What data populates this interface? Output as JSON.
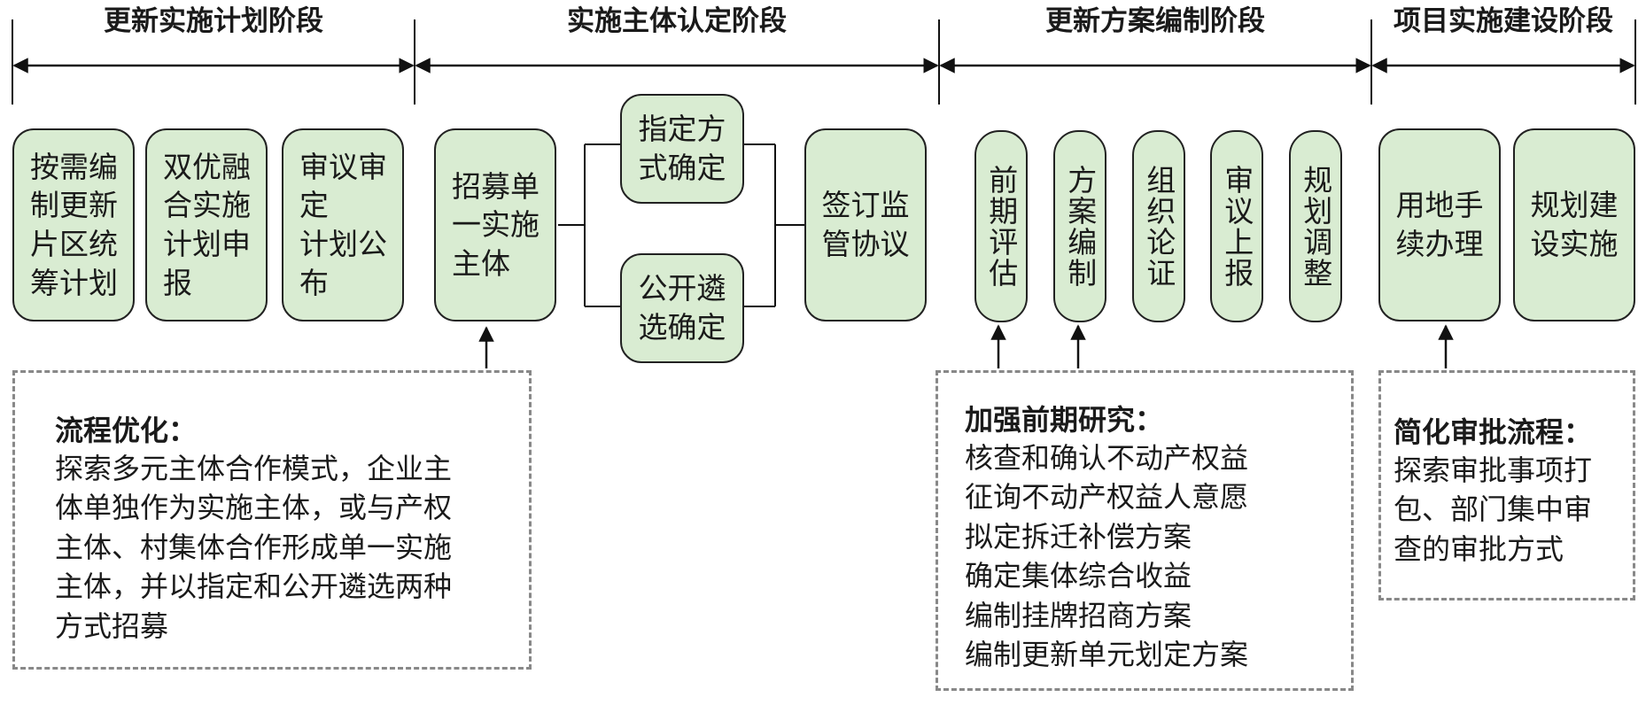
{
  "phases": [
    {
      "label": "更新实施计划阶段"
    },
    {
      "label": "实施主体认定阶段"
    },
    {
      "label": "更新方案编制阶段"
    },
    {
      "label": "项目实施建设阶段"
    }
  ],
  "phase1": {
    "boxes": [
      {
        "label": "按需编\n制更新\n片区统\n筹计划"
      },
      {
        "label": "双优融\n合实施\n计划申\n报"
      },
      {
        "label": "审议审\n定\n计划公\n布"
      }
    ]
  },
  "phase2": {
    "recruit": {
      "label": "招募单\n一实施\n主体"
    },
    "designate": {
      "label": "指定方\n式确定"
    },
    "open_select": {
      "label": "公开遴\n选确定"
    },
    "agreement": {
      "label": "签订监\n管协议"
    }
  },
  "phase3": {
    "steps": [
      {
        "label": "前期评估"
      },
      {
        "label": "方案编制"
      },
      {
        "label": "组织论证"
      },
      {
        "label": "审议上报"
      },
      {
        "label": "规划调整"
      }
    ]
  },
  "phase4": {
    "boxes": [
      {
        "label": "用地手\n续办理"
      },
      {
        "label": "规划建\n设实施"
      }
    ]
  },
  "notes": {
    "process_opt": {
      "title": "流程优化：",
      "body": "探索多元主体合作模式，企业主\n体单独作为实施主体，或与产权\n主体、村集体合作形成单一实施\n主体，并以指定和公开遴选两种\n方式招募"
    },
    "research": {
      "title": "加强前期研究：",
      "body": "核查和确认不动产权益\n征询不动产权益人意愿\n拟定拆迁补偿方案\n确定集体综合收益\n编制挂牌招商方案\n编制更新单元划定方案"
    },
    "approval": {
      "title": "简化审批流程：",
      "body": "探索审批事项打\n包、部门集中审\n查的审批方式"
    }
  },
  "colors": {
    "box_fill": "#d9ecd2",
    "border": "#222222",
    "note_border": "#888888"
  }
}
